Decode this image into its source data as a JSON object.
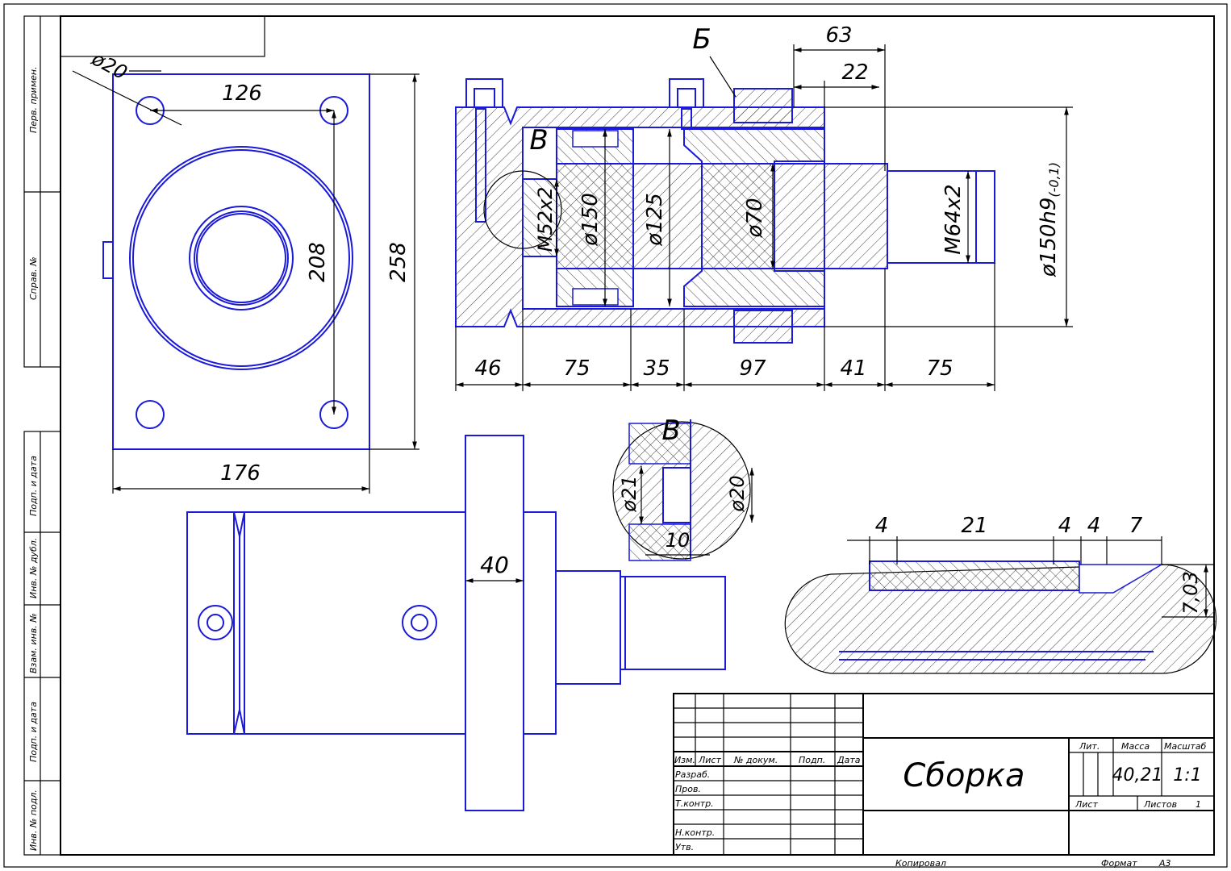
{
  "title_block": {
    "title": "Сборка",
    "mass_label": "Масса",
    "scale_label": "Масштаб",
    "lit_label": "Лит.",
    "mass": "40,21",
    "scale": "1:1",
    "sheet_label": "Лист",
    "sheets_label": "Листов",
    "sheets": "1",
    "col_izm": "Изм.",
    "col_list": "Лист",
    "col_docnum": "№ докум.",
    "col_sign": "Подп.",
    "col_date": "Дата",
    "row_razrab": "Разраб.",
    "row_prov": "Пров.",
    "row_tkontr": "Т.контр.",
    "row_nkontr": "Н.контр.",
    "row_utv": "Утв.",
    "copied": "Копировал",
    "format_label": "Формат",
    "format": "А3"
  },
  "side_stamp": {
    "perv_primen": "Перв. примен.",
    "sprav_no": "Справ. №",
    "podp_data_1": "Подп. и дата",
    "inv_dubl": "Инв. № дубл.",
    "vzam_inv": "Взам. инв. №",
    "podp_data_2": "Подп. и дата",
    "inv_podl": "Инв. № подл."
  },
  "top_view": {
    "hole_dia": "ø20",
    "hole_spacing_x": "126",
    "hole_spacing_y": "208",
    "height": "258",
    "width": "176"
  },
  "section_view": {
    "label_b": "Б",
    "label_v": "В",
    "dim_63": "63",
    "dim_22": "22",
    "thread_1": "M52x2",
    "dia_150": "ø150",
    "dia_125": "ø125",
    "dia_70": "ø70",
    "thread_2": "M64x2",
    "dia_main": "ø150h9",
    "dia_main_tol": "(-0,1)",
    "lengths": [
      "46",
      "75",
      "35",
      "97",
      "41",
      "75"
    ]
  },
  "detail_v": {
    "label": "В",
    "dia_21": "ø21",
    "dia_20": "ø20",
    "width": "10"
  },
  "front_view": {
    "flange_width": "40"
  },
  "detail_b": {
    "dims": [
      "4",
      "21",
      "4",
      "4",
      "7"
    ],
    "height": "7,03"
  }
}
